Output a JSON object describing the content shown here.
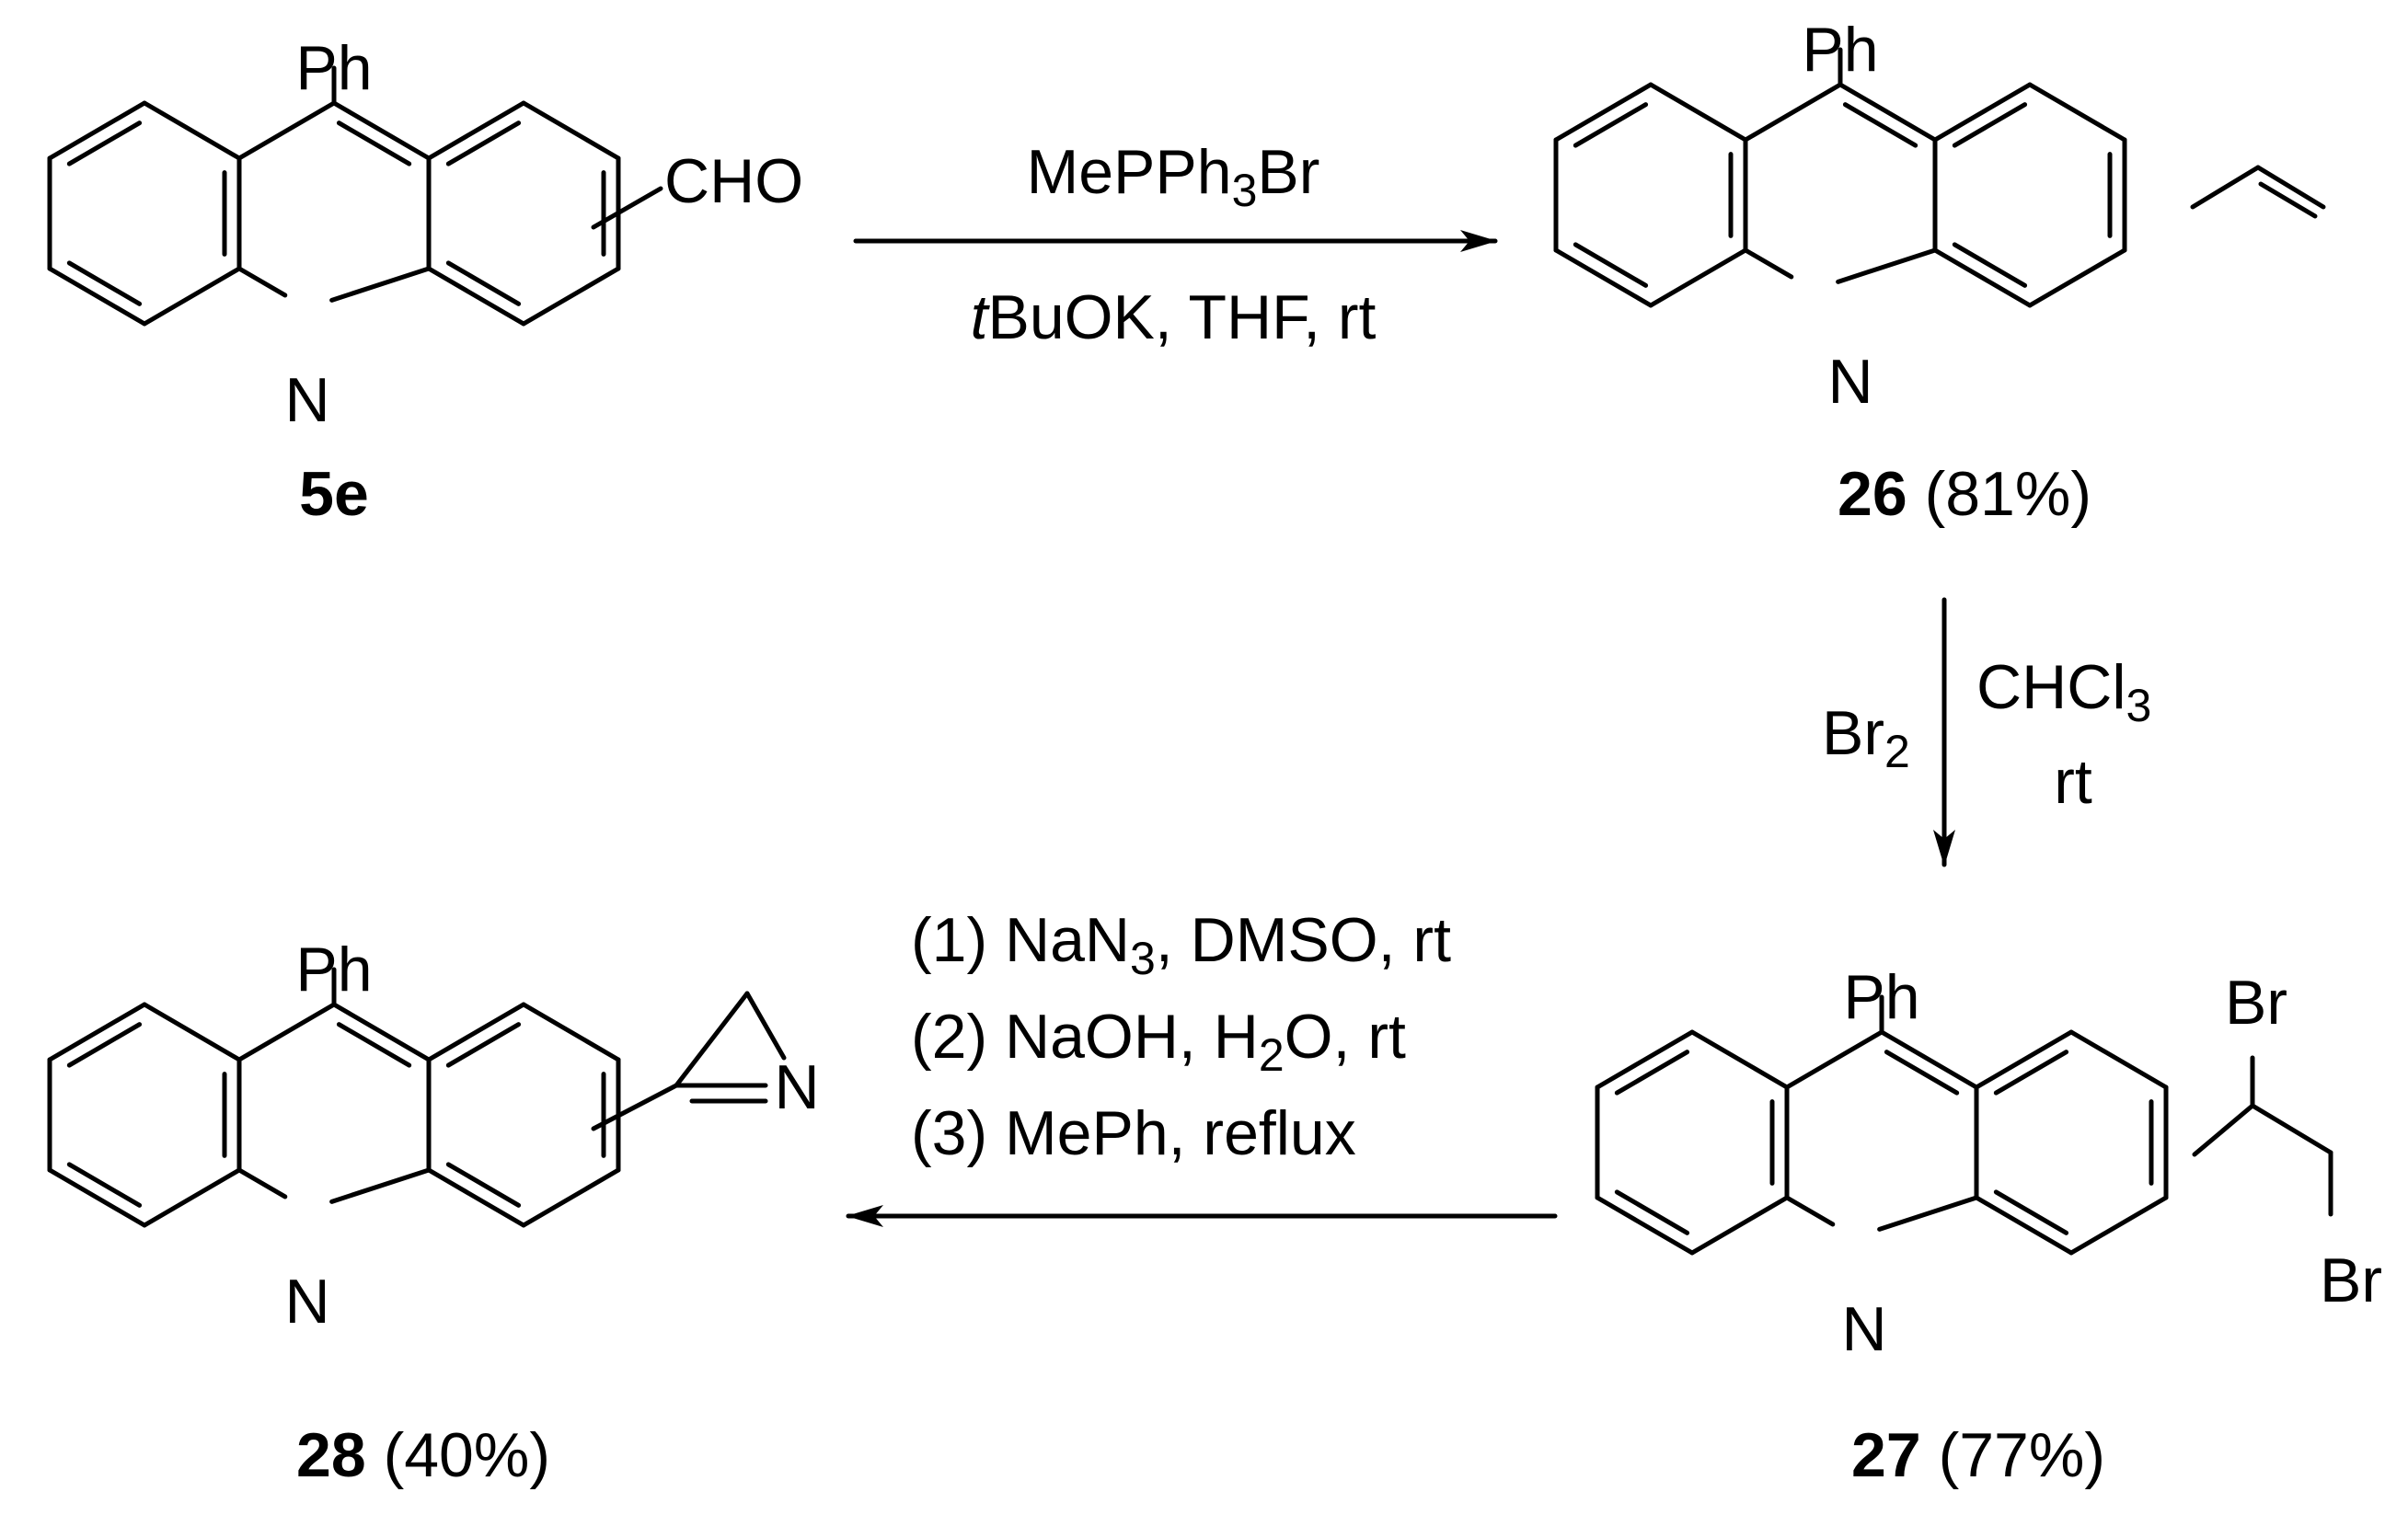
{
  "compounds": {
    "c5e": {
      "number": "5e",
      "yield": "",
      "ph": "Ph",
      "n": "N",
      "substituent": "CHO"
    },
    "c26": {
      "number": "26",
      "yield": "(81%)",
      "ph": "Ph",
      "n": "N"
    },
    "c27": {
      "number": "27",
      "yield": "(77%)",
      "ph": "Ph",
      "n": "N",
      "br1": "Br",
      "br2": "Br"
    },
    "c28": {
      "number": "28",
      "yield": "(40%)",
      "ph": "Ph",
      "n": "N",
      "azirine_n": "N"
    }
  },
  "steps": {
    "step1": {
      "reagent_main": "MePPh",
      "reagent_sub": "3",
      "reagent_tail": "Br",
      "cond_ital": "t",
      "cond_rest": "BuOK, THF, rt"
    },
    "step2": {
      "left_main": "Br",
      "left_sub": "2",
      "right_main": "CHCl",
      "right_sub": "3",
      "right_line2": "rt"
    },
    "step3": {
      "l1_pre": "(1) NaN",
      "l1_sub": "3",
      "l1_post": ", DMSO, rt",
      "l2_pre": "(2) NaOH, H",
      "l2_sub": "2",
      "l2_post": "O, rt",
      "l3": "(3) MePh, reflux"
    }
  }
}
